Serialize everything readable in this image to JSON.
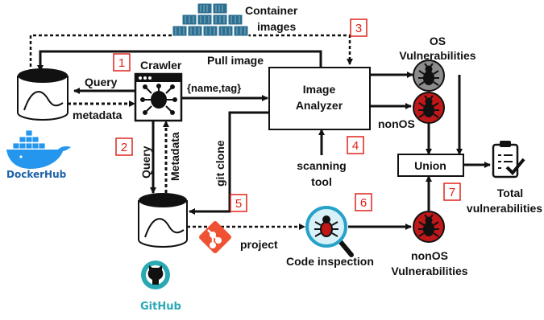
{
  "labels": {
    "container_images_1": "Container",
    "container_images_2": "images",
    "crawler": "Crawler",
    "pull_image": "Pull image",
    "query_docker": "Query",
    "metadata_docker": "metadata",
    "name_tag": "{name,tag}",
    "image_analyzer_1": "Image",
    "image_analyzer_2": "Analyzer",
    "os_vuln_1": "OS",
    "os_vuln_2": "Vulnerabilities",
    "nonos": "nonOS",
    "union": "Union",
    "total_1": "Total",
    "total_2": "vulnerabilities",
    "scanning_1": "scanning",
    "scanning_2": "tool",
    "query_github": "Query",
    "metadata_github": "Metadata",
    "git_clone": "git clone",
    "project": "project",
    "code_inspection": "Code inspection",
    "nonos_vuln_1": "nonOS",
    "nonos_vuln_2": "Vulnerabilities",
    "dockerhub": "DockerHub",
    "github": "GitHub"
  },
  "steps": [
    "1",
    "2",
    "3",
    "4",
    "5",
    "6",
    "7"
  ],
  "icons": {
    "containers": "containers-icon",
    "docker": "docker-whale-icon",
    "github": "github-octocat-icon",
    "git": "git-logo-icon",
    "bug_os": "os-bug-icon",
    "bug_nonos": "nonos-bug-icon",
    "magnifier": "code-inspection-magnifier-icon",
    "clipboard": "clipboard-check-icon",
    "crawler": "crawler-bug-icon"
  },
  "colors": {
    "step_box": "#e0241b",
    "containers": "#2c6f90",
    "docker": "#2496ed",
    "github": "#2aa9b4",
    "git": "#f05133",
    "bug_os": "#8c8c8c",
    "bug_red": "#c01818",
    "magnifier_ring": "#26a2c9",
    "magnifier_fill": "#d8f0f7"
  }
}
